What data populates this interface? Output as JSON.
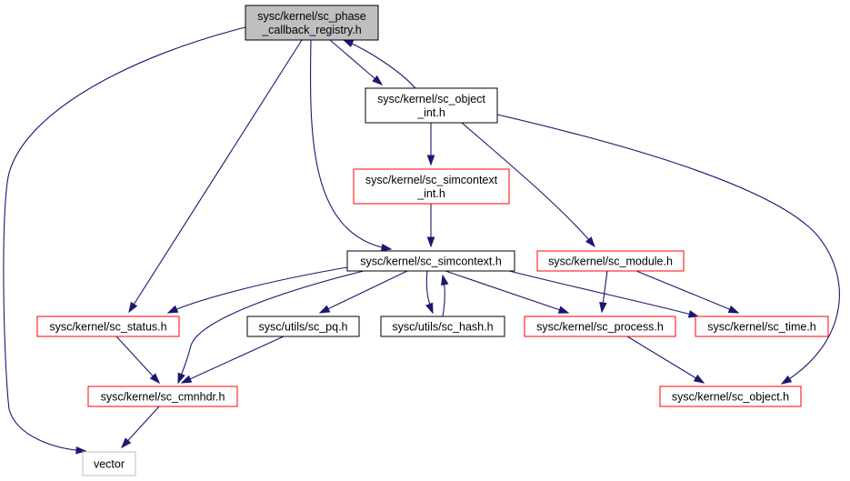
{
  "nodes": [
    {
      "id": "registry",
      "lines": [
        "sysc/kernel/sc_phase",
        "_callback_registry.h"
      ],
      "kind": "focus"
    },
    {
      "id": "objint",
      "lines": [
        "sysc/kernel/sc_object",
        "_int.h"
      ],
      "kind": "black"
    },
    {
      "id": "simctxint",
      "lines": [
        "sysc/kernel/sc_simcontext",
        "_int.h"
      ],
      "kind": "red"
    },
    {
      "id": "simctx",
      "lines": [
        "sysc/kernel/sc_simcontext.h"
      ],
      "kind": "black"
    },
    {
      "id": "module",
      "lines": [
        "sysc/kernel/sc_module.h"
      ],
      "kind": "red"
    },
    {
      "id": "status",
      "lines": [
        "sysc/kernel/sc_status.h"
      ],
      "kind": "red"
    },
    {
      "id": "pq",
      "lines": [
        "sysc/utils/sc_pq.h"
      ],
      "kind": "black"
    },
    {
      "id": "hash",
      "lines": [
        "sysc/utils/sc_hash.h"
      ],
      "kind": "black"
    },
    {
      "id": "process",
      "lines": [
        "sysc/kernel/sc_process.h"
      ],
      "kind": "red"
    },
    {
      "id": "time",
      "lines": [
        "sysc/kernel/sc_time.h"
      ],
      "kind": "red"
    },
    {
      "id": "cmnhdr",
      "lines": [
        "sysc/kernel/sc_cmnhdr.h"
      ],
      "kind": "red"
    },
    {
      "id": "object",
      "lines": [
        "sysc/kernel/sc_object.h"
      ],
      "kind": "red"
    },
    {
      "id": "vector",
      "lines": [
        "vector"
      ],
      "kind": "gray"
    }
  ],
  "edges": [
    {
      "from": "registry",
      "to": "objint"
    },
    {
      "from": "registry",
      "to": "simctx"
    },
    {
      "from": "registry",
      "to": "status"
    },
    {
      "from": "registry",
      "to": "vector"
    },
    {
      "from": "objint",
      "to": "registry"
    },
    {
      "from": "objint",
      "to": "simctxint"
    },
    {
      "from": "objint",
      "to": "module"
    },
    {
      "from": "objint",
      "to": "object"
    },
    {
      "from": "simctxint",
      "to": "simctx"
    },
    {
      "from": "simctx",
      "to": "status"
    },
    {
      "from": "simctx",
      "to": "cmnhdr"
    },
    {
      "from": "simctx",
      "to": "pq"
    },
    {
      "from": "simctx",
      "to": "hash"
    },
    {
      "from": "simctx",
      "to": "process"
    },
    {
      "from": "simctx",
      "to": "time"
    },
    {
      "from": "hash",
      "to": "simctx"
    },
    {
      "from": "module",
      "to": "process"
    },
    {
      "from": "module",
      "to": "time"
    },
    {
      "from": "status",
      "to": "cmnhdr"
    },
    {
      "from": "pq",
      "to": "cmnhdr"
    },
    {
      "from": "process",
      "to": "object"
    },
    {
      "from": "cmnhdr",
      "to": "vector"
    }
  ]
}
